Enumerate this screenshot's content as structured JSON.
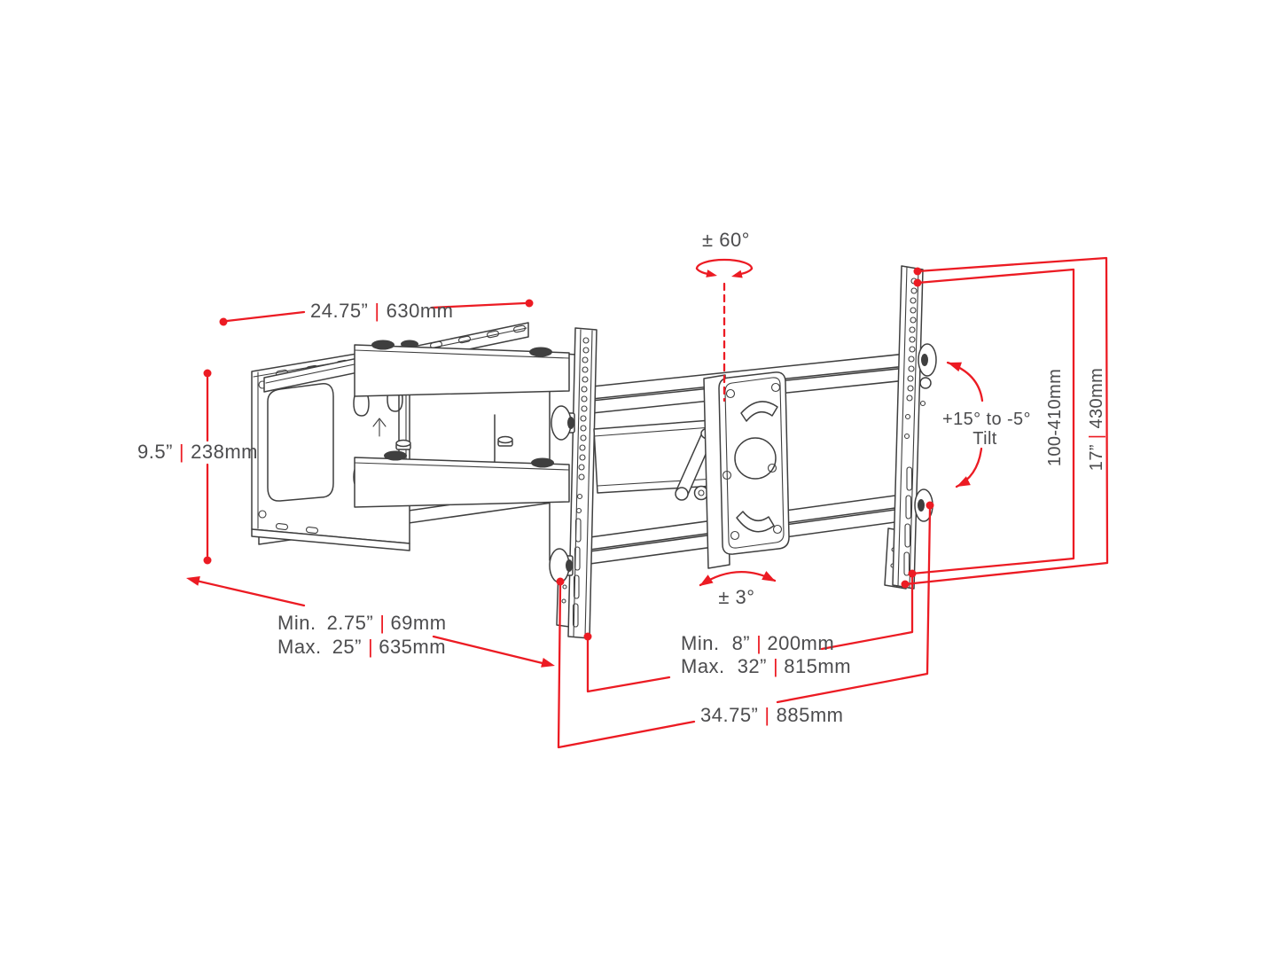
{
  "title": "TV wall mount dimension diagram",
  "colors": {
    "background": "#ffffff",
    "line_art": "#3f3f3f",
    "annotation_red": "#ec1b23",
    "label_text": "#4c4c4e"
  },
  "labels": {
    "separator": "|",
    "swivel_angle": "± 60°",
    "level_angle": "± 3°",
    "tilt_range": "+15° to -5°",
    "tilt_word": "Tilt",
    "vesa_height_mm": "100-410mm",
    "plate_width": {
      "inches": "24.75”",
      "mm": "630mm"
    },
    "plate_height": {
      "inches": "9.5”",
      "mm": "238mm"
    },
    "extension_min": {
      "prefix": "Min.",
      "inches": "2.75”",
      "mm": "69mm"
    },
    "extension_max": {
      "prefix": "Max.",
      "inches": "25”",
      "mm": "635mm"
    },
    "bracket_height": {
      "inches": "17”",
      "mm": "430mm"
    },
    "spacing_min": {
      "prefix": "Min.",
      "inches": "8”",
      "mm": "200mm"
    },
    "spacing_max": {
      "prefix": "Max.",
      "inches": "32”",
      "mm": "815mm"
    },
    "total_width": {
      "inches": "34.75”",
      "mm": "885mm"
    }
  }
}
